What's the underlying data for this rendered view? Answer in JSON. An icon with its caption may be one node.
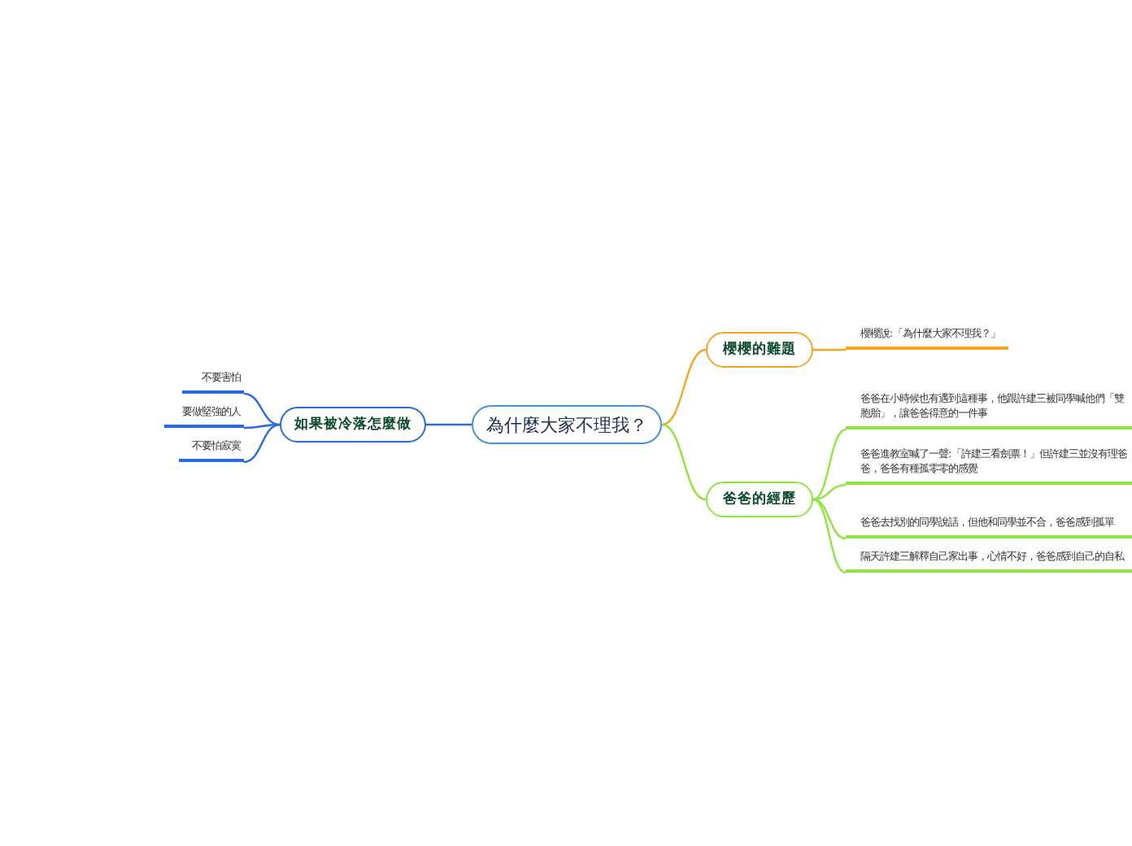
{
  "diagram": {
    "nodes": [
      {
        "text": [
          "為什麼大家不理我？"
        ]
      },
      {
        "text": [
          "櫻櫻的難題"
        ]
      },
      {
        "text": [
          "櫻櫻說:「為什麼大家不理我？」"
        ]
      },
      {
        "text": [
          "爸爸的經歷"
        ]
      },
      {
        "text": [
          "爸爸在小時候也有遇到這種事，他跟許建三被同學喊他們「雙胞胎」，讓爸爸得意的一件事"
        ]
      },
      {
        "text": [
          "爸爸進教室喊了一聲:「許建三看劍票！」但許建三並沒有理爸爸，爸爸有種孤零零的感覺"
        ]
      },
      {
        "text": [
          "爸爸去找別的同學說話，但他和同學並不合，爸爸感到孤單"
        ]
      },
      {
        "text": [
          "隔天許建三解釋自己家出事，心情不好，爸爸感到自己的自私"
        ]
      },
      {
        "text": [
          "如果被冷落怎麼做"
        ]
      },
      {
        "text": [
          "不要害怕"
        ]
      },
      {
        "text": [
          "要做堅強的人"
        ]
      },
      {
        "text": [
          "不要怕寂寞"
        ]
      }
    ],
    "edges": [
      {
        "from": 0,
        "to": 1,
        "arrow": "none",
        "color": "#f5a623"
      },
      {
        "from": 1,
        "to": 2,
        "arrow": "none",
        "color": "#f5a623"
      },
      {
        "from": 0,
        "to": 3,
        "arrow": "none",
        "color": "#8ee53f"
      },
      {
        "from": 3,
        "to": 4,
        "arrow": "none",
        "color": "#8ee53f"
      },
      {
        "from": 3,
        "to": 5,
        "arrow": "none",
        "color": "#8ee53f"
      },
      {
        "from": 3,
        "to": 6,
        "arrow": "none",
        "color": "#8ee53f"
      },
      {
        "from": 3,
        "to": 7,
        "arrow": "none",
        "color": "#8ee53f"
      },
      {
        "from": 0,
        "to": 8,
        "arrow": "none",
        "color": "#2a6ae0"
      },
      {
        "from": 8,
        "to": 9,
        "arrow": "none",
        "color": "#2a6ae0"
      },
      {
        "from": 8,
        "to": 10,
        "arrow": "none",
        "color": "#2a6ae0"
      },
      {
        "from": 8,
        "to": 11,
        "arrow": "none",
        "color": "#2a6ae0"
      }
    ]
  }
}
